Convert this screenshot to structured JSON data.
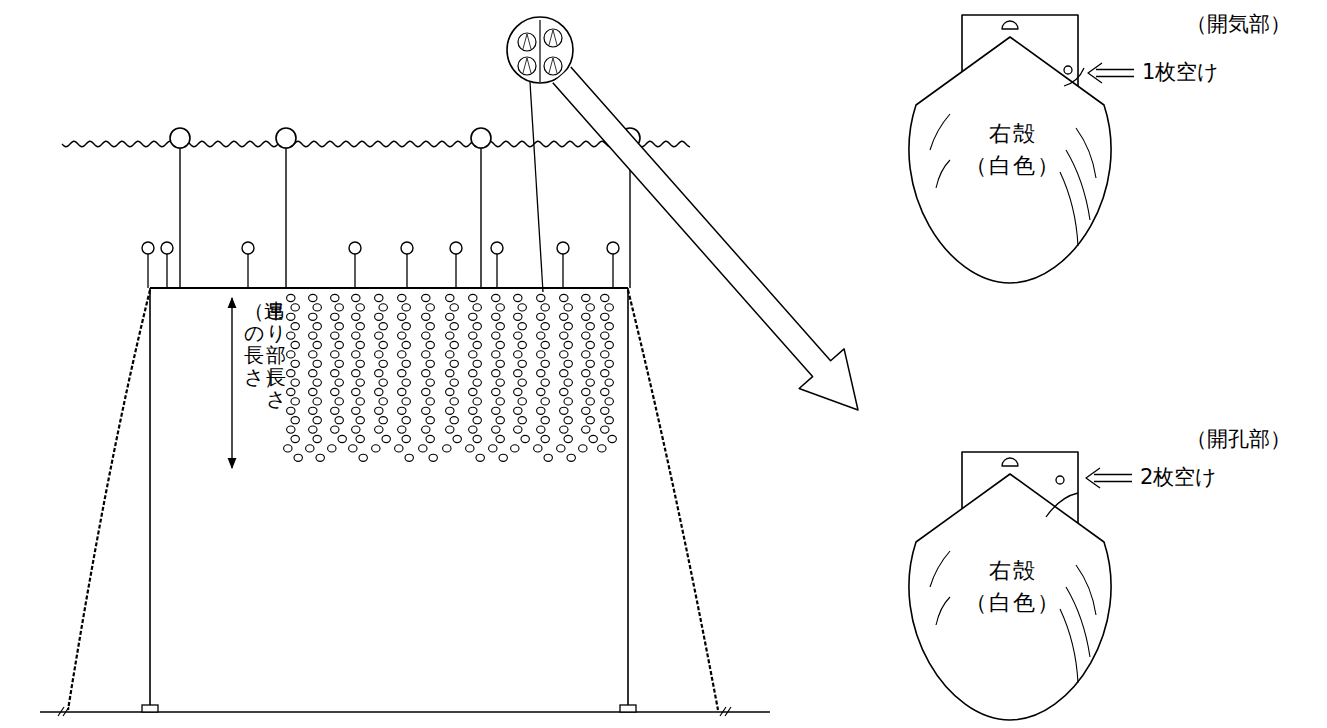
{
  "diagram": {
    "nodes": [
      {
        "text": [
          "右殻 （白色）"
        ]
      },
      {
        "text": [
          "右殻 （白色）"
        ]
      }
    ],
    "labels": [
      "（開気部）",
      "1枚空け",
      "（開孔部）",
      "2枚空け",
      "吊り部長さ",
      "（連の長さ）"
    ]
  }
}
